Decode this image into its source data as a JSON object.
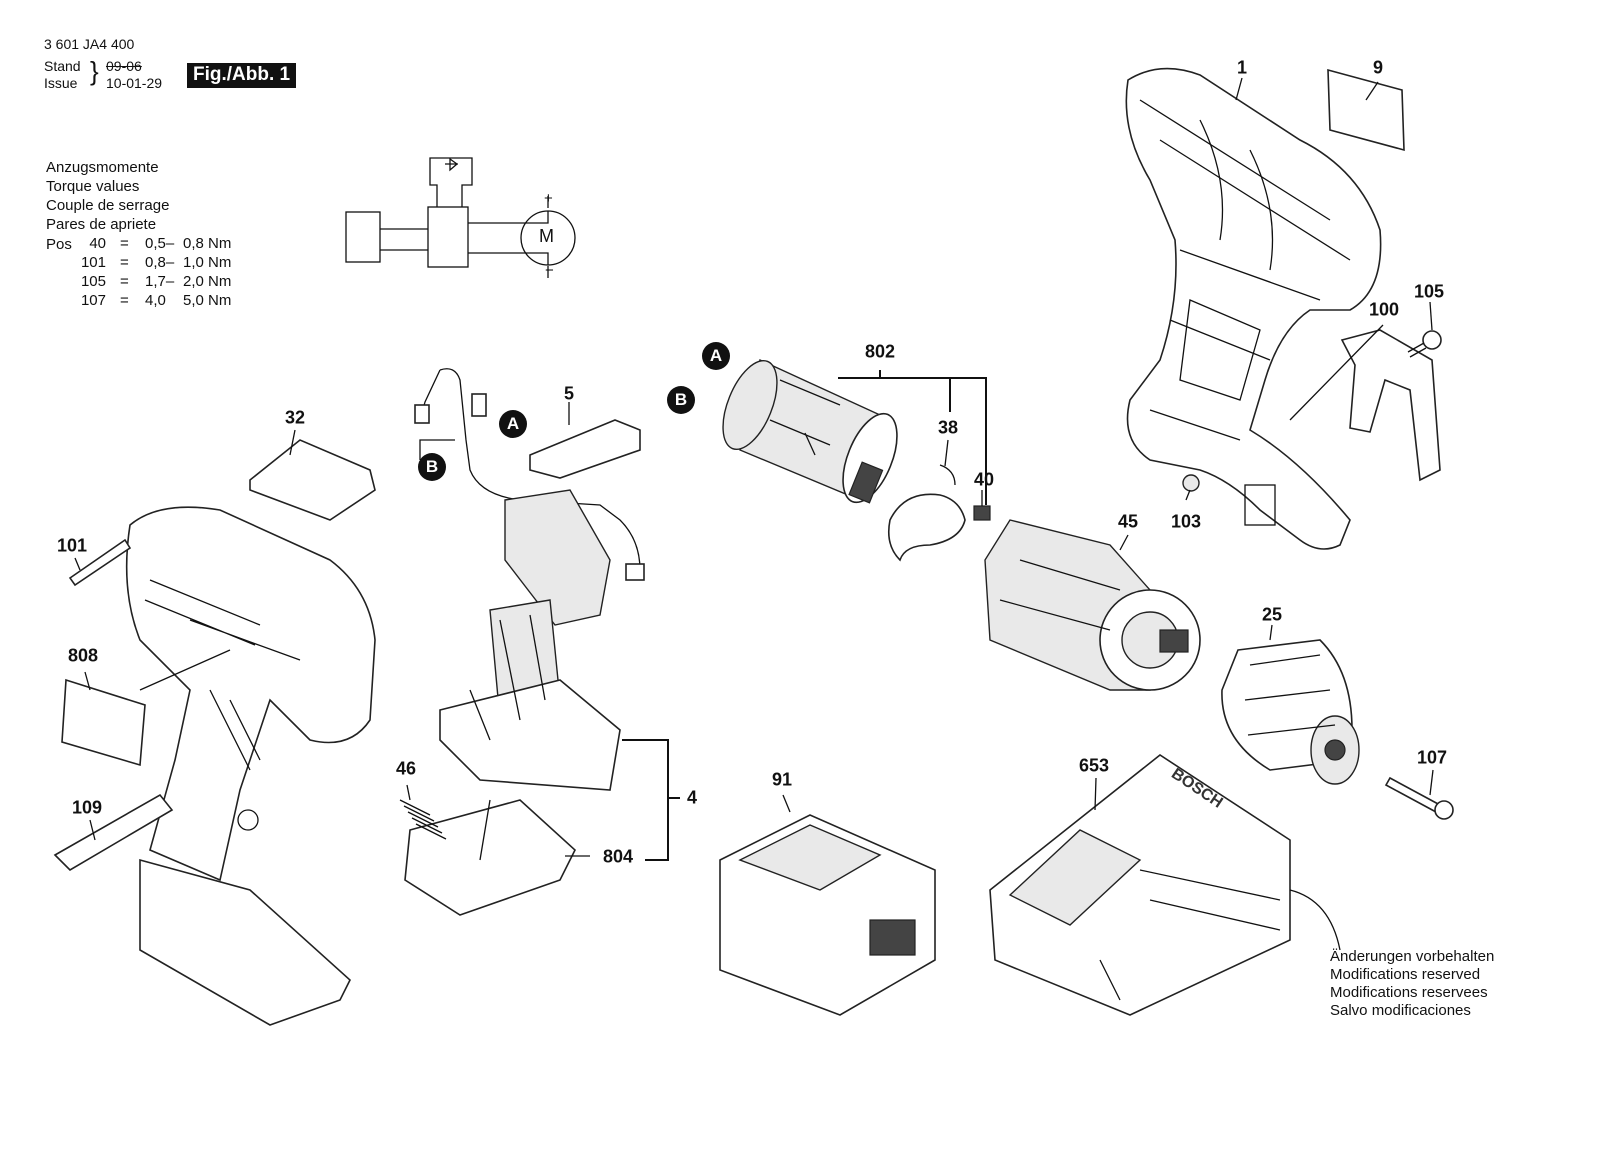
{
  "header": {
    "part_number": "3 601 JA4 400",
    "stand_label": "Stand",
    "issue_label": "Issue",
    "stand_value": "09-06",
    "issue_value": "10-01-29",
    "figure_label": "Fig./Abb. 1"
  },
  "torque": {
    "lines": [
      "Anzugsmomente",
      "Torque values",
      "Couple de serrage",
      "Pares de apriete"
    ],
    "pos_label": "Pos",
    "rows": [
      {
        "pos": "40",
        "eq": "=",
        "min": "0,5–",
        "max": "0,8 Nm"
      },
      {
        "pos": "101",
        "eq": "=",
        "min": "0,8–",
        "max": "1,0 Nm"
      },
      {
        "pos": "105",
        "eq": "=",
        "min": "1,7–",
        "max": "2,0 Nm"
      },
      {
        "pos": "107",
        "eq": "=",
        "min": "4,0",
        "max": "5,0 Nm"
      }
    ]
  },
  "schematic": {
    "motor_label": "M",
    "plus": "+",
    "minus": "−"
  },
  "callouts": {
    "c1": "1",
    "c9": "9",
    "c105": "105",
    "c100": "100",
    "c103": "103",
    "c802": "802",
    "c38": "38",
    "c40": "40",
    "c45": "45",
    "c25": "25",
    "c107": "107",
    "c5": "5",
    "c32": "32",
    "c101": "101",
    "c808": "808",
    "c109": "109",
    "c46": "46",
    "c4": "4",
    "c804": "804",
    "c91": "91",
    "c653": "653"
  },
  "connectors": {
    "A_wire": "A",
    "B_wire": "B",
    "A_motor": "A",
    "B_motor": "B"
  },
  "brand_text": "BOSCH",
  "modifications": [
    "Änderungen vorbehalten",
    "Modifications reserved",
    "Modifications reservees",
    "Salvo modificaciones"
  ]
}
